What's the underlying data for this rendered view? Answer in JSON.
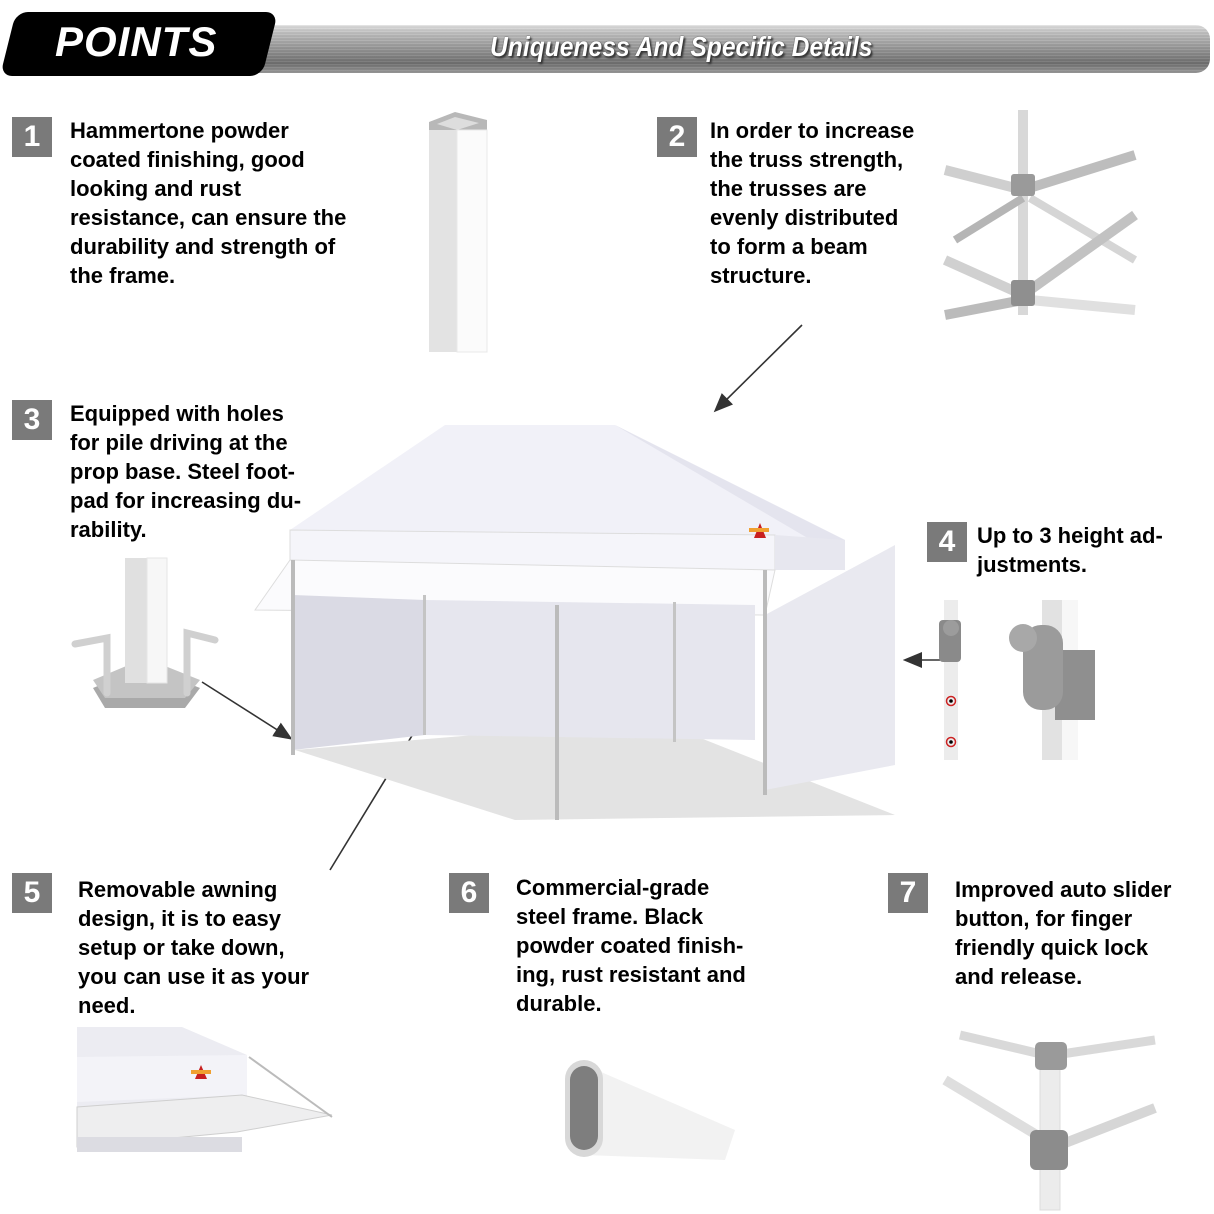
{
  "header": {
    "title": "POINTS",
    "subtitle": "Uniqueness And Specific Details"
  },
  "points": [
    {
      "number": "1",
      "text": "Hammertone powder\ncoated finishing, good\nlooking and rust\nresistance, can ensure the\ndurability and strength of\nthe frame.",
      "image": "square-pole-icon"
    },
    {
      "number": "2",
      "text": "In order to increase\nthe truss strength,\nthe trusses are\nevenly distributed\nto form a beam\nstructure.",
      "image": "truss-joint-icon"
    },
    {
      "number": "3",
      "text": "Equipped with holes\nfor pile driving at the\nprop base. Steel foot-\npad for increasing du-\nrability.",
      "image": "foot-pad-icon"
    },
    {
      "number": "4",
      "text": "Up to 3 height ad-\njustments.",
      "image": "height-adjuster-icon"
    },
    {
      "number": "5",
      "text": "Removable awning\ndesign, it is to easy\nsetup or take down,\nyou can use it as your\nneed.",
      "image": "awning-icon"
    },
    {
      "number": "6",
      "text": "Commercial-grade\nsteel frame. Black\npowder coated finish-\ning, rust resistant and\ndurable.",
      "image": "oval-tube-icon"
    },
    {
      "number": "7",
      "text": "Improved auto slider\nbutton, for finger\nfriendly quick lock\nand release.",
      "image": "slider-button-icon"
    }
  ],
  "center_image": "canopy-tent-icon",
  "colors": {
    "badge": "#7a7a7a",
    "header_pill": "#000000",
    "canopy": "#f2f2f8",
    "sidewall": "#dcdce6",
    "frame": "#c8c8cc",
    "arrow": "#333333",
    "hole_ring": "#cc2222"
  }
}
